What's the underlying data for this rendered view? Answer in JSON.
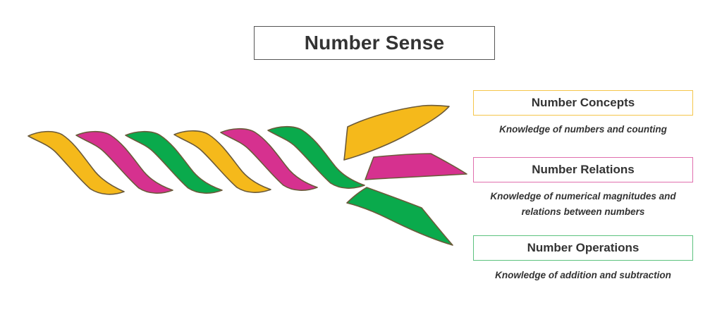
{
  "title": "Number Sense",
  "colors": {
    "yellow": "#F5B91B",
    "magenta": "#D6318F",
    "green": "#0AAA4C",
    "outline": "#6B5A3A"
  },
  "strands": [
    {
      "label": "Number Concepts",
      "color": "#F5B91B",
      "description_lines": [
        "Knowledge of numbers and counting"
      ]
    },
    {
      "label": "Number Relations",
      "color": "#D6318F",
      "description_lines": [
        "Knowledge of numerical magnitudes and",
        "relations between numbers"
      ]
    },
    {
      "label": "Number Operations",
      "color": "#0AAA4C",
      "description_lines": [
        "Knowledge of addition and subtraction"
      ]
    }
  ]
}
